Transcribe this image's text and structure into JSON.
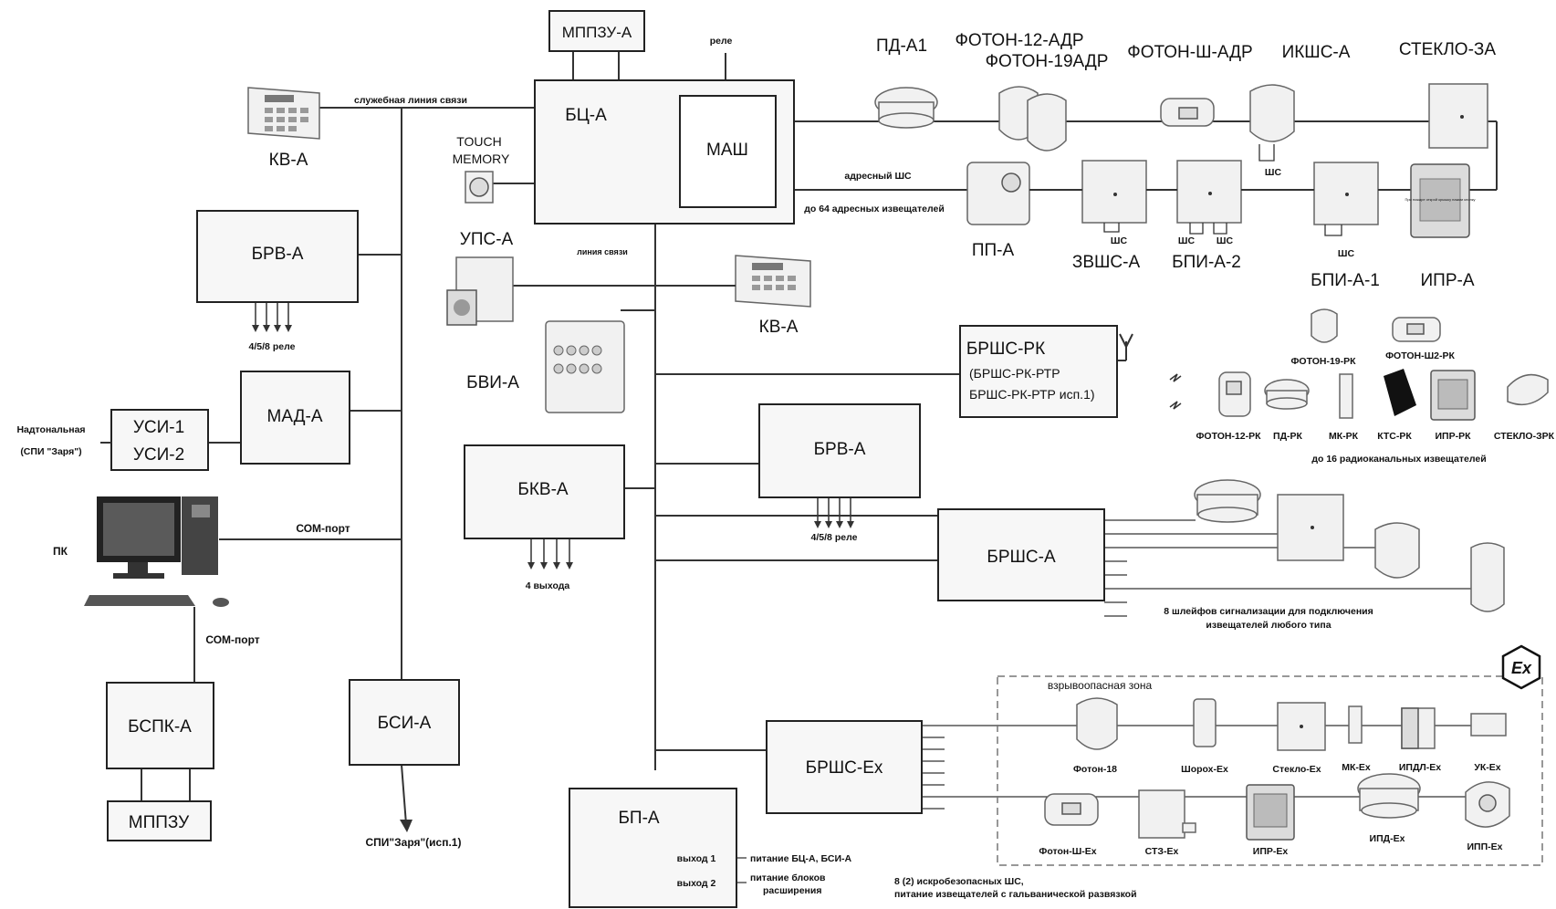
{
  "center": {
    "bc": "БЦ-А",
    "mash": "МАШ",
    "mppzu_top": "МППЗУ-А",
    "relay": "реле",
    "touch1": "TOUCH",
    "touch2": "MEMORY",
    "service_line": "служебная линия связи",
    "comm_line": "линия связи",
    "addr_loop": "адресный ШС",
    "addr_max": "до 64 адресных извещателей"
  },
  "left": {
    "kv_top": "КВ-А",
    "brv": "БРВ-А",
    "brv_relays": "4/5/8 реле",
    "mad": "МАД-А",
    "usi1": "УСИ-1",
    "usi2": "УСИ-2",
    "nadtonal1": "Надтональная",
    "nadtonal2": "(СПИ \"Заря\")",
    "pc": "ПК",
    "com1": "СОМ-порт",
    "com2": "СОМ-порт",
    "bspk": "БСПК-А",
    "mppzu_bottom": "МППЗУ",
    "bsi": "БСИ-А",
    "spi_zarya": "СПИ\"Заря\"(исп.1)"
  },
  "middle": {
    "ups": "УПС-А",
    "bvi": "БВИ-А",
    "kv_mid": "КВ-А",
    "bkv": "БКВ-А",
    "bkv_outputs": "4 выхода",
    "brv2": "БРВ-А",
    "brv2_relays": "4/5/8 реле",
    "bp": "БП-А",
    "out1": "выход 1",
    "out2": "выход 2",
    "power1": "питание БЦ-А, БСИ-А",
    "power2a": "питание блоков",
    "power2b": "расширения"
  },
  "address_devices": {
    "pd_a1": "ПД-А1",
    "foton12": "ФОТОН-12-АДР",
    "foton19": "ФОТОН-19АДР",
    "foton_sh": "ФОТОН-Ш-АДР",
    "ikshs": "ИКШС-А",
    "steklo": "СТЕКЛО-ЗА",
    "pp": "ПП-А",
    "zvshs": "ЗВШС-А",
    "bpi2": "БПИ-А-2",
    "bpi1": "БПИ-А-1",
    "ipr": "ИПР-А",
    "shs": "ШС",
    "ipr_inner": "При пожаре открой крышку нажми кнопку"
  },
  "radio": {
    "brshs_rk": "БРШС-РК",
    "variant1": "(БРШС-РК-РТР",
    "variant2": "БРШС-РК-РТР исп.1)",
    "foton19rk": "ФОТОН-19-РК",
    "fotonsh2rk": "ФОТОН-Ш2-РК",
    "foton12rk": "ФОТОН-12-РК",
    "pdrk": "ПД-РК",
    "mkrk": "МК-РК",
    "ktsrk": "КТС-РК",
    "iprrk": "ИПР-РК",
    "steklorK": "СТЕКЛО-ЗРК",
    "max16": "до 16 радиоканальных извещателей"
  },
  "brshs": {
    "label": "БРШС-А",
    "caption1": "8 шлейфов сигнализации для подключения",
    "caption2": "извещателей любого типа"
  },
  "ex": {
    "brshs_ex": "БРШС-Ех",
    "zone": "взрывоопасная зона",
    "ex_symbol": "Ex",
    "foton18": "Фотон-18",
    "shorokh": "Шорох-Ех",
    "steklo_ex": "Стекло-Ех",
    "mk_ex": "МК-Ех",
    "ipdl_ex": "ИПДЛ-Ех",
    "uk_ex": "УК-Ех",
    "fotonsh_ex": "Фотон-Ш-Ех",
    "st3_ex": "СТЗ-Ех",
    "ipr_ex": "ИПР-Ех",
    "ipd_ex": "ИПД-Ех",
    "ipp_ex": "ИПП-Ех",
    "caption1": "8 (2) искробезопасных ШС,",
    "caption2": "питание извещателей с гальванической развязкой"
  }
}
